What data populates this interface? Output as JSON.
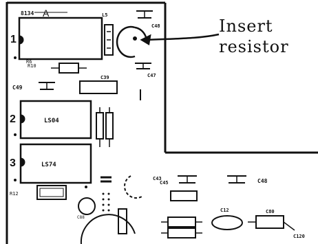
{
  "callout": {
    "line1": "Insert",
    "line2": "resistor"
  },
  "chips": {
    "chip1": {
      "index": "1",
      "top_label": "8134",
      "pin1_mark": "A"
    },
    "chip2": {
      "index": "2",
      "label": "LS04"
    },
    "chip3": {
      "index": "3",
      "label": "LS74"
    }
  },
  "labels": {
    "c48_top": "C48",
    "r6": "R6",
    "c49": "C49",
    "c47": "C47",
    "c48_right": "C48",
    "c45": "C45",
    "c43": "C43",
    "c12": "C12",
    "c80": "C80",
    "c39": "C39",
    "c120": "C120",
    "lb": "L5",
    "c88": "C88",
    "r12": "R12",
    "r10": "R10"
  },
  "colors": {
    "ink": "#111111",
    "paper": "#ffffff"
  }
}
